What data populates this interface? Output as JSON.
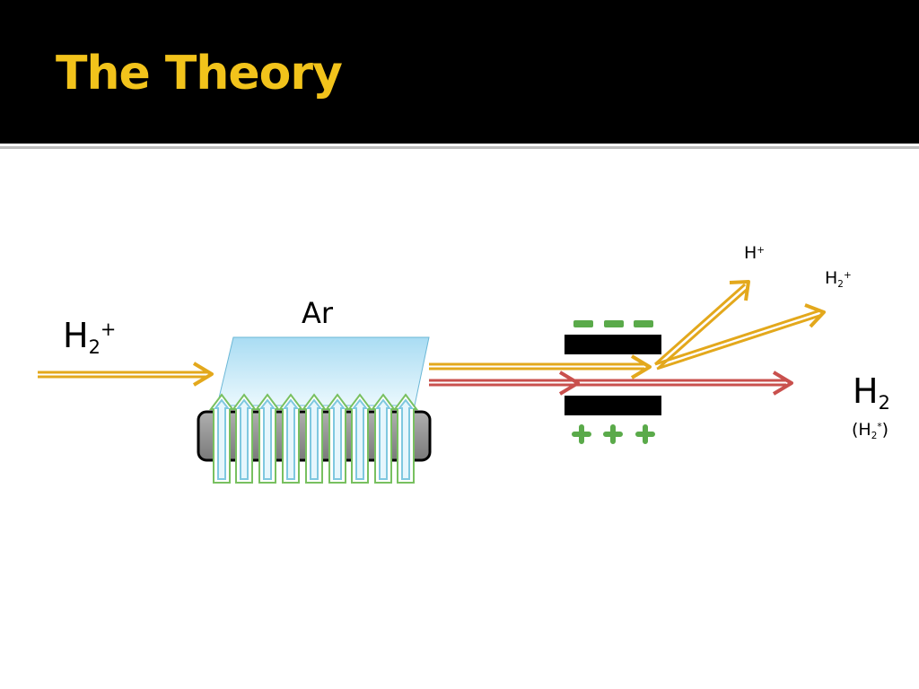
{
  "slide": {
    "title": "The Theory"
  },
  "labels": {
    "incoming_ion": {
      "base": "H",
      "sub": "2",
      "sup": "+"
    },
    "gas_cell": "Ar",
    "fragment_proton": {
      "base": "H",
      "sup": "+"
    },
    "deflected_ion": {
      "base": "H",
      "sub": "2",
      "sup": "+"
    },
    "neutral": {
      "base": "H",
      "sub": "2"
    },
    "neutral_excited": {
      "open": "(H",
      "sub": "2",
      "sup": "*",
      "close": ")"
    }
  },
  "deflector": {
    "top_plate_charge": "−",
    "bottom_plate_charge": "+"
  },
  "colors": {
    "title_bar": "#000000",
    "title_text": "#f2c31b",
    "ion_beam": "#e3a81c",
    "neutral_beam": "#c9504d",
    "charge_marks": "#5aaa4a",
    "gas_jets": "#7fc8e0",
    "jet_outline": "#78c060",
    "gas_cell_fill": "#cfeefa",
    "gas_cell_base": "#8a8a8a"
  }
}
